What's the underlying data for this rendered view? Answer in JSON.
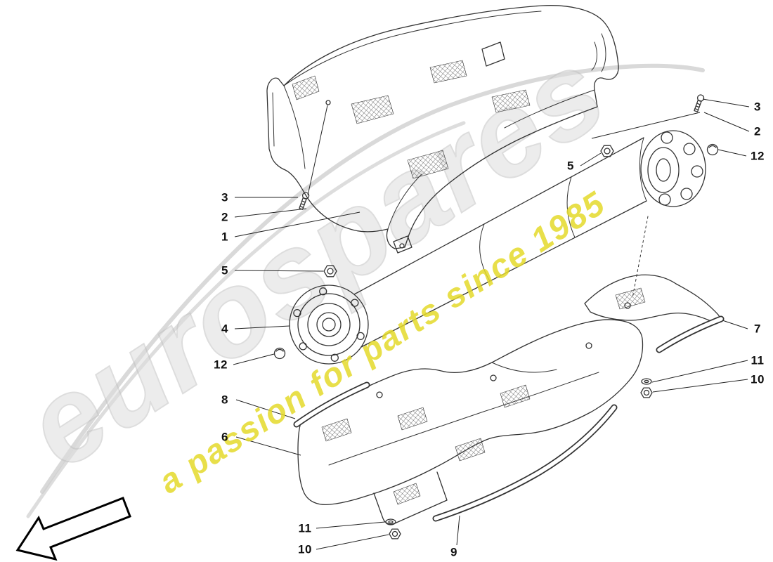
{
  "page": {
    "background": "#ffffff"
  },
  "watermark": {
    "brand": "eurospares",
    "tagline": "a passion for parts since 1985",
    "brand_fill": "#dedede",
    "brand_stroke": "#c2c2c2",
    "swoosh_color": "#cfcfcf",
    "tagline_color": "#e4da2b"
  },
  "diagram": {
    "line_color": "#333333",
    "leader_color": "#222222",
    "arrow_fill": "#ffffff",
    "arrow_stroke": "#000000"
  },
  "callouts": [
    {
      "label": "3"
    },
    {
      "label": "2"
    },
    {
      "label": "12"
    },
    {
      "label": "5"
    },
    {
      "label": "3"
    },
    {
      "label": "2"
    },
    {
      "label": "1"
    },
    {
      "label": "5"
    },
    {
      "label": "4"
    },
    {
      "label": "12"
    },
    {
      "label": "7"
    },
    {
      "label": "11"
    },
    {
      "label": "10"
    },
    {
      "label": "8"
    },
    {
      "label": "6"
    },
    {
      "label": "11"
    },
    {
      "label": "10"
    },
    {
      "label": "9"
    }
  ]
}
